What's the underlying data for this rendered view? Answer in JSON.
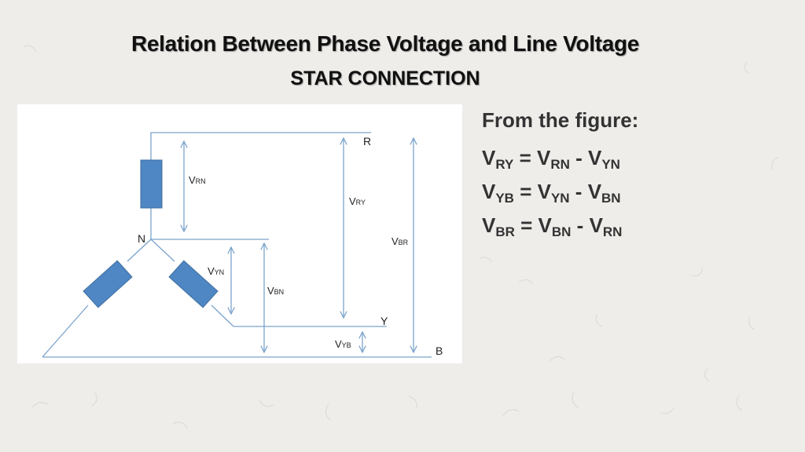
{
  "header": {
    "title": "Relation Between Phase Voltage and Line Voltage",
    "subtitle": "STAR CONNECTION"
  },
  "diagram": {
    "labels": {
      "terminal_r": "R",
      "terminal_y": "Y",
      "terminal_b": "B",
      "neutral": "N",
      "v_rn": {
        "main": "V",
        "sub": "RN"
      },
      "v_ry": {
        "main": "V",
        "sub": "RY"
      },
      "v_br": {
        "main": "V",
        "sub": "BR"
      },
      "v_yn": {
        "main": "V",
        "sub": "YN"
      },
      "v_bn": {
        "main": "V",
        "sub": "BN"
      },
      "v_yb": {
        "main": "V",
        "sub": "YB"
      }
    }
  },
  "equations": {
    "heading": "From the figure:",
    "rows": [
      {
        "lhs": {
          "main": "V",
          "sub": "RY"
        },
        "eq": " = ",
        "a": {
          "main": "V",
          "sub": "RN"
        },
        "op": " - ",
        "b": {
          "main": "V",
          "sub": "YN"
        }
      },
      {
        "lhs": {
          "main": "V",
          "sub": "YB"
        },
        "eq": " = ",
        "a": {
          "main": "V",
          "sub": "YN"
        },
        "op": " - ",
        "b": {
          "main": "V",
          "sub": "BN"
        }
      },
      {
        "lhs": {
          "main": "V",
          "sub": "BR"
        },
        "eq": " = ",
        "a": {
          "main": "V",
          "sub": "BN"
        },
        "op": " - ",
        "b": {
          "main": "V",
          "sub": "RN"
        }
      }
    ]
  },
  "colors": {
    "wire": "#7ba3cc",
    "coil_fill": "#4f86c4",
    "coil_stroke": "#3e6f9e"
  }
}
